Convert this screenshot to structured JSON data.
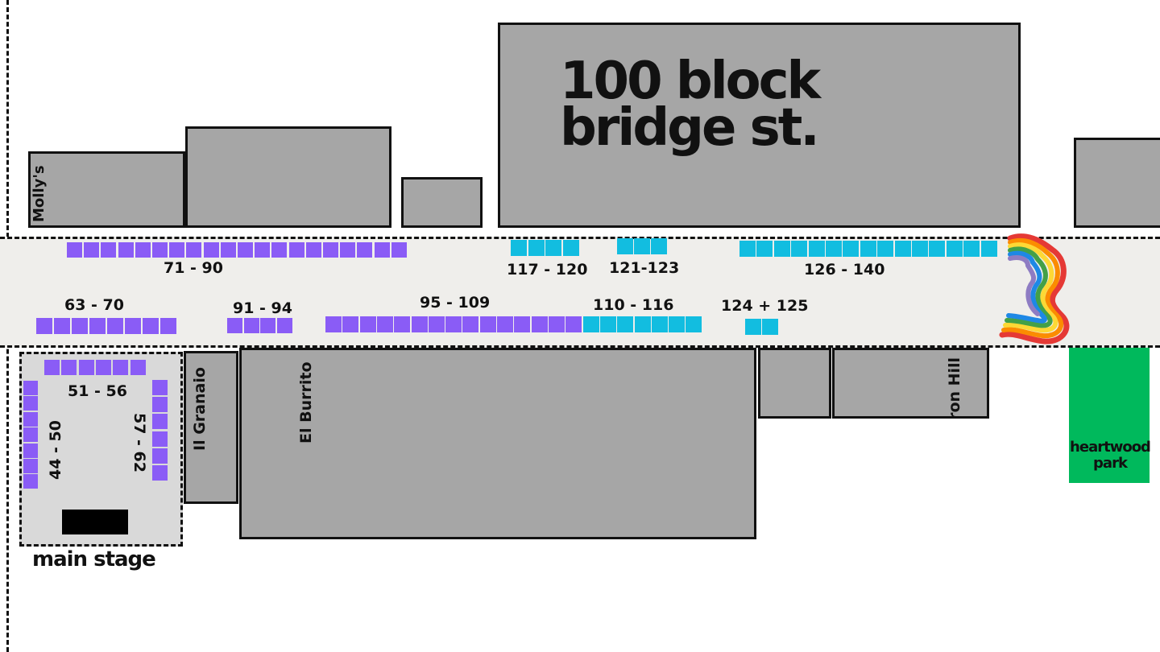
{
  "title": {
    "line1": "100 block",
    "line2": "bridge st."
  },
  "colors": {
    "purple": "#8a5cf6",
    "cyan": "#12bde0",
    "building": "#a6a6a6",
    "street": "#efeeeb",
    "park": "#00b95c",
    "stage_area": "#d9d9d9"
  },
  "businesses": {
    "mollys": "Molly's",
    "il_granaio": "Il Granaio",
    "el_burrito": "El Burrito",
    "iron_hill": "Iron Hill"
  },
  "park": {
    "line1": "heartwood",
    "line2": "park"
  },
  "stage": {
    "label": "main stage"
  },
  "booth_groups": {
    "g71_90": "71 - 90",
    "g117_120": "117 - 120",
    "g121_123": "121-123",
    "g126_140": "126 - 140",
    "g63_70": "63 - 70",
    "g91_94": "91 - 94",
    "g95_109": "95 - 109",
    "g110_116": "110 - 116",
    "g124_125": "124 + 125",
    "g51_56": "51 - 56",
    "g44_50": "44 - 50",
    "g57_62": "57 - 62"
  }
}
